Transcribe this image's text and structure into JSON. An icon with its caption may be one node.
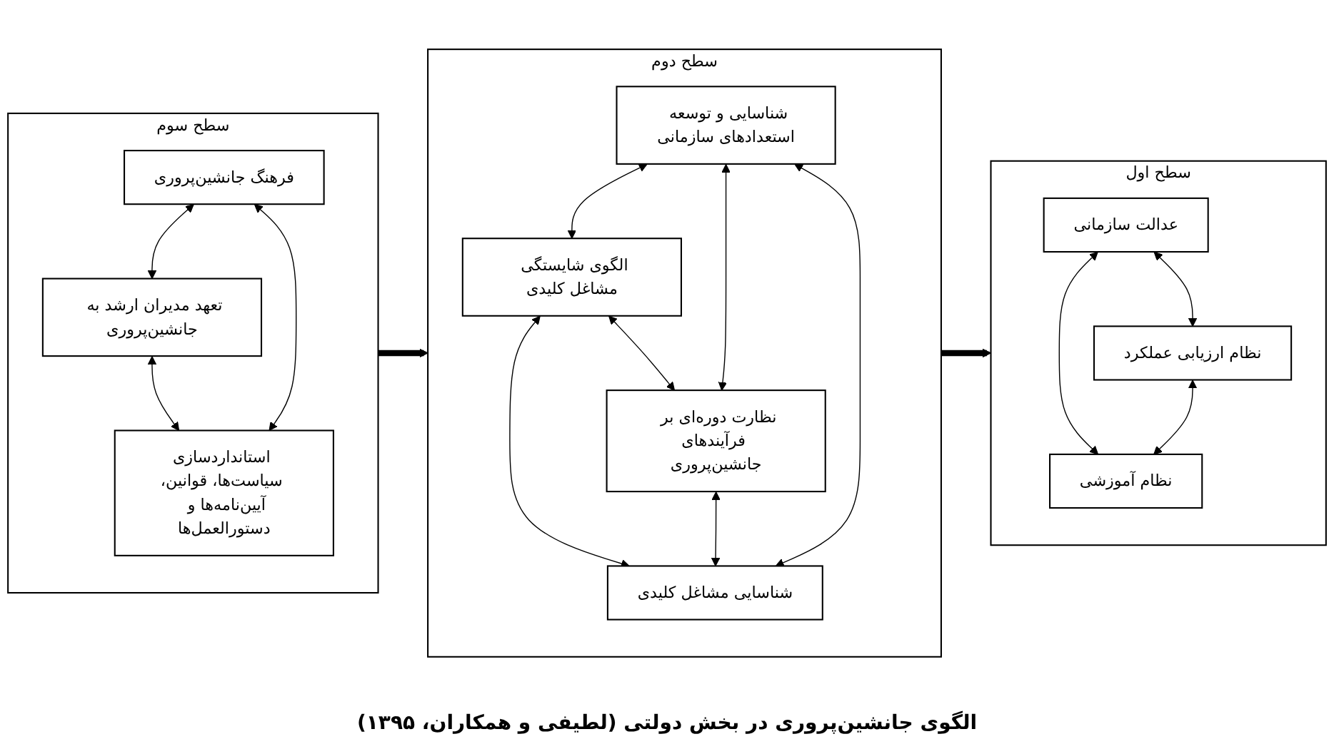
{
  "diagram": {
    "caption": "الگوی جانشین‌پروری در بخش دولتی (لطیفی و همکاران، ۱۳۹۵)",
    "nodes": [
      {
        "text": [
          "سطح سوم"
        ]
      },
      {
        "text": [
          "فرهنگ جانشین‌پروری"
        ],
        "in": 0
      },
      {
        "text": [
          "تعهد مدیران ارشد به جانشین‌پروری"
        ],
        "in": 0
      },
      {
        "text": [
          "استانداردسازی سیاست‌ها، قوانین، آیین‌نامه‌ها و دستورالعمل‌ها"
        ],
        "in": 0
      },
      {
        "text": [
          "سطح دوم"
        ]
      },
      {
        "text": [
          "شناسایی و توسعه استعدادهای سازمانی"
        ],
        "in": 4
      },
      {
        "text": [
          "الگوی شایستگی مشاغل کلیدی"
        ],
        "in": 4
      },
      {
        "text": [
          "نظارت دوره‌ای بر فرآیندهای جانشین‌پروری"
        ],
        "in": 4
      },
      {
        "text": [
          "شناسایی مشاغل کلیدی"
        ],
        "in": 4
      },
      {
        "text": [
          "سطح اول"
        ]
      },
      {
        "text": [
          "عدالت سازمانی"
        ],
        "in": 9
      },
      {
        "text": [
          "نظام ارزیابی عملکرد"
        ],
        "in": 9
      },
      {
        "text": [
          "نظام آموزشی"
        ],
        "in": 9
      }
    ],
    "edges": [
      {
        "from": 1,
        "to": 2,
        "arrow": "both"
      },
      {
        "from": 2,
        "to": 3,
        "arrow": "both"
      },
      {
        "from": 1,
        "to": 3,
        "arrow": "both"
      },
      {
        "from": 5,
        "to": 6,
        "arrow": "both"
      },
      {
        "from": 6,
        "to": 8,
        "arrow": "both"
      },
      {
        "from": 5,
        "to": 7,
        "arrow": "both"
      },
      {
        "from": 7,
        "to": 8,
        "arrow": "both"
      },
      {
        "from": 5,
        "to": 8,
        "arrow": "both"
      },
      {
        "from": 6,
        "to": 7,
        "arrow": "both"
      },
      {
        "from": 10,
        "to": 12,
        "arrow": "both"
      },
      {
        "from": 10,
        "to": 11,
        "arrow": "both"
      },
      {
        "from": 11,
        "to": 12,
        "arrow": "both"
      },
      {
        "from": 0,
        "to": 4,
        "arrow": "to",
        "style": "thick"
      },
      {
        "from": 4,
        "to": 9,
        "arrow": "to",
        "style": "thick"
      }
    ]
  }
}
